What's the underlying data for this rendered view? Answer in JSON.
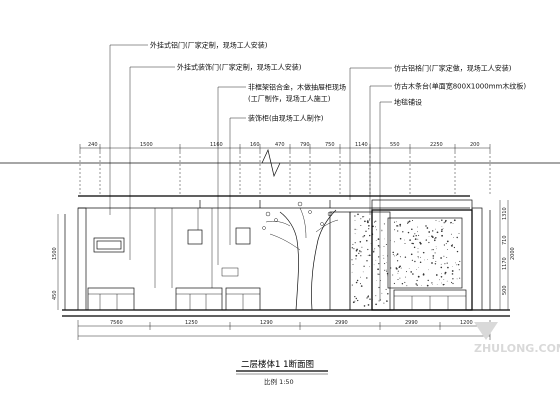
{
  "notes": [
    "外挂式铝门(厂家定制，现场工人安装)",
    "外挂式装饰门(厂家定制，现场工人安装)",
    "非框架铝合金，木做抽屉柜现场",
    "(工厂制作，现场工人施工)",
    "装饰柜(由现场工人制作)",
    "仿古铝格门(厂家定做，现场工人安装)",
    "仿古木条台(单面宽800X1000mm木纹板)",
    "地毯铺设"
  ],
  "dimensions": {
    "top": [
      "240",
      "1500",
      "1160",
      "160",
      "470",
      "790",
      "750",
      "1140",
      "550",
      "2250",
      "200"
    ],
    "bottom": [
      "7560",
      "1250",
      "1290",
      "2990",
      "2990",
      "1200"
    ],
    "left": [
      "1500",
      "450"
    ],
    "right": [
      "1310",
      "710",
      "1170",
      "500",
      "2000"
    ]
  },
  "title": "二层楼体1 1断面图",
  "scale": "比例 1:50",
  "watermark": "ZHULONG.COM",
  "colors": {
    "line": "#111111",
    "watermark": "#d9d9d9"
  }
}
